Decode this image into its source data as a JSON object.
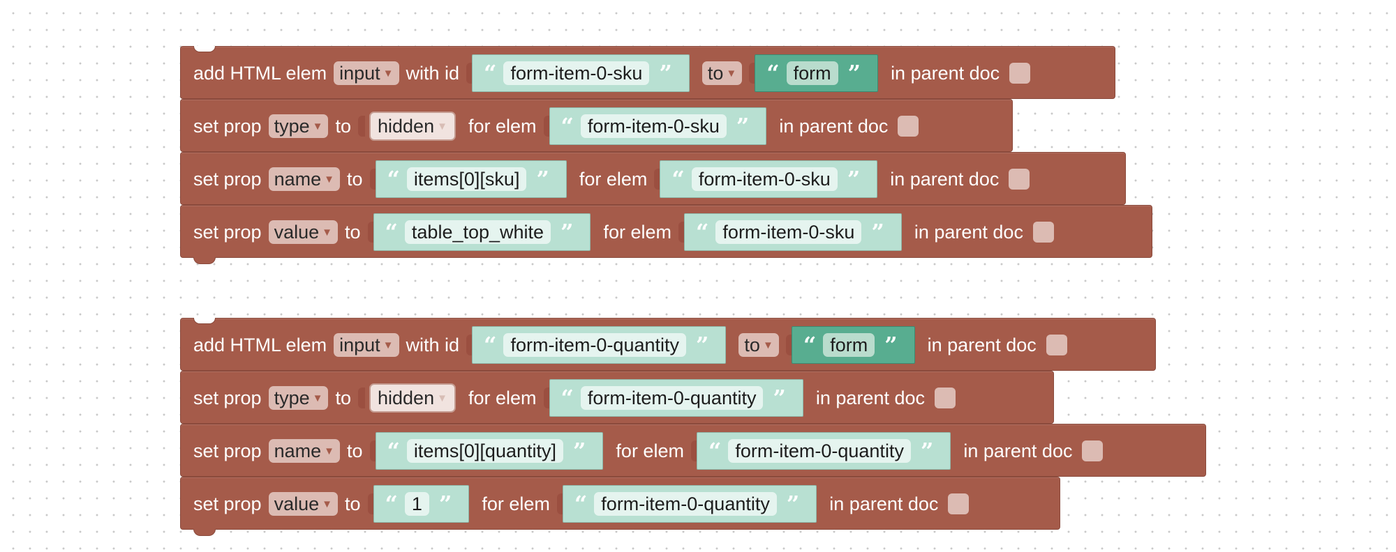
{
  "blocks": [
    {
      "kind": "add",
      "left": "add HTML elem",
      "elem_type": "input",
      "with_id": "with id",
      "id": "form-item-0-sku",
      "to": "to",
      "parent": "form",
      "tail": "in parent doc"
    },
    {
      "kind": "set",
      "left": "set prop",
      "prop": "type",
      "to": "to",
      "value": "hidden",
      "for_elem": "for elem",
      "target": "form-item-0-sku",
      "tail": "in parent doc"
    },
    {
      "kind": "set",
      "left": "set prop",
      "prop": "name",
      "to": "to",
      "value": "items[0][sku]",
      "for_elem": "for elem",
      "target": "form-item-0-sku",
      "tail": "in parent doc"
    },
    {
      "kind": "set",
      "left": "set prop",
      "prop": "value",
      "to": "to",
      "value": "table_top_white",
      "for_elem": "for elem",
      "target": "form-item-0-sku",
      "tail": "in parent doc"
    },
    {
      "kind": "add",
      "left": "add HTML elem",
      "elem_type": "input",
      "with_id": "with id",
      "id": "form-item-0-quantity",
      "to": "to",
      "parent": "form",
      "tail": "in parent doc"
    },
    {
      "kind": "set",
      "left": "set prop",
      "prop": "type",
      "to": "to",
      "value": "hidden",
      "for_elem": "for elem",
      "target": "form-item-0-quantity",
      "tail": "in parent doc"
    },
    {
      "kind": "set",
      "left": "set prop",
      "prop": "name",
      "to": "to",
      "value": "items[0][quantity]",
      "for_elem": "for elem",
      "target": "form-item-0-quantity",
      "tail": "in parent doc"
    },
    {
      "kind": "set",
      "left": "set prop",
      "prop": "value",
      "to": "to",
      "value": "1",
      "for_elem": "for elem",
      "target": "form-item-0-quantity",
      "tail": "in parent doc"
    }
  ],
  "quote_open": "“",
  "quote_close": "”",
  "dropdown_arrow": "▼",
  "colors": {
    "block": "#a55b4a",
    "string": "#b8e0d2",
    "string_dark": "#58ad90",
    "workspace_dot": "#c9c9c9"
  }
}
